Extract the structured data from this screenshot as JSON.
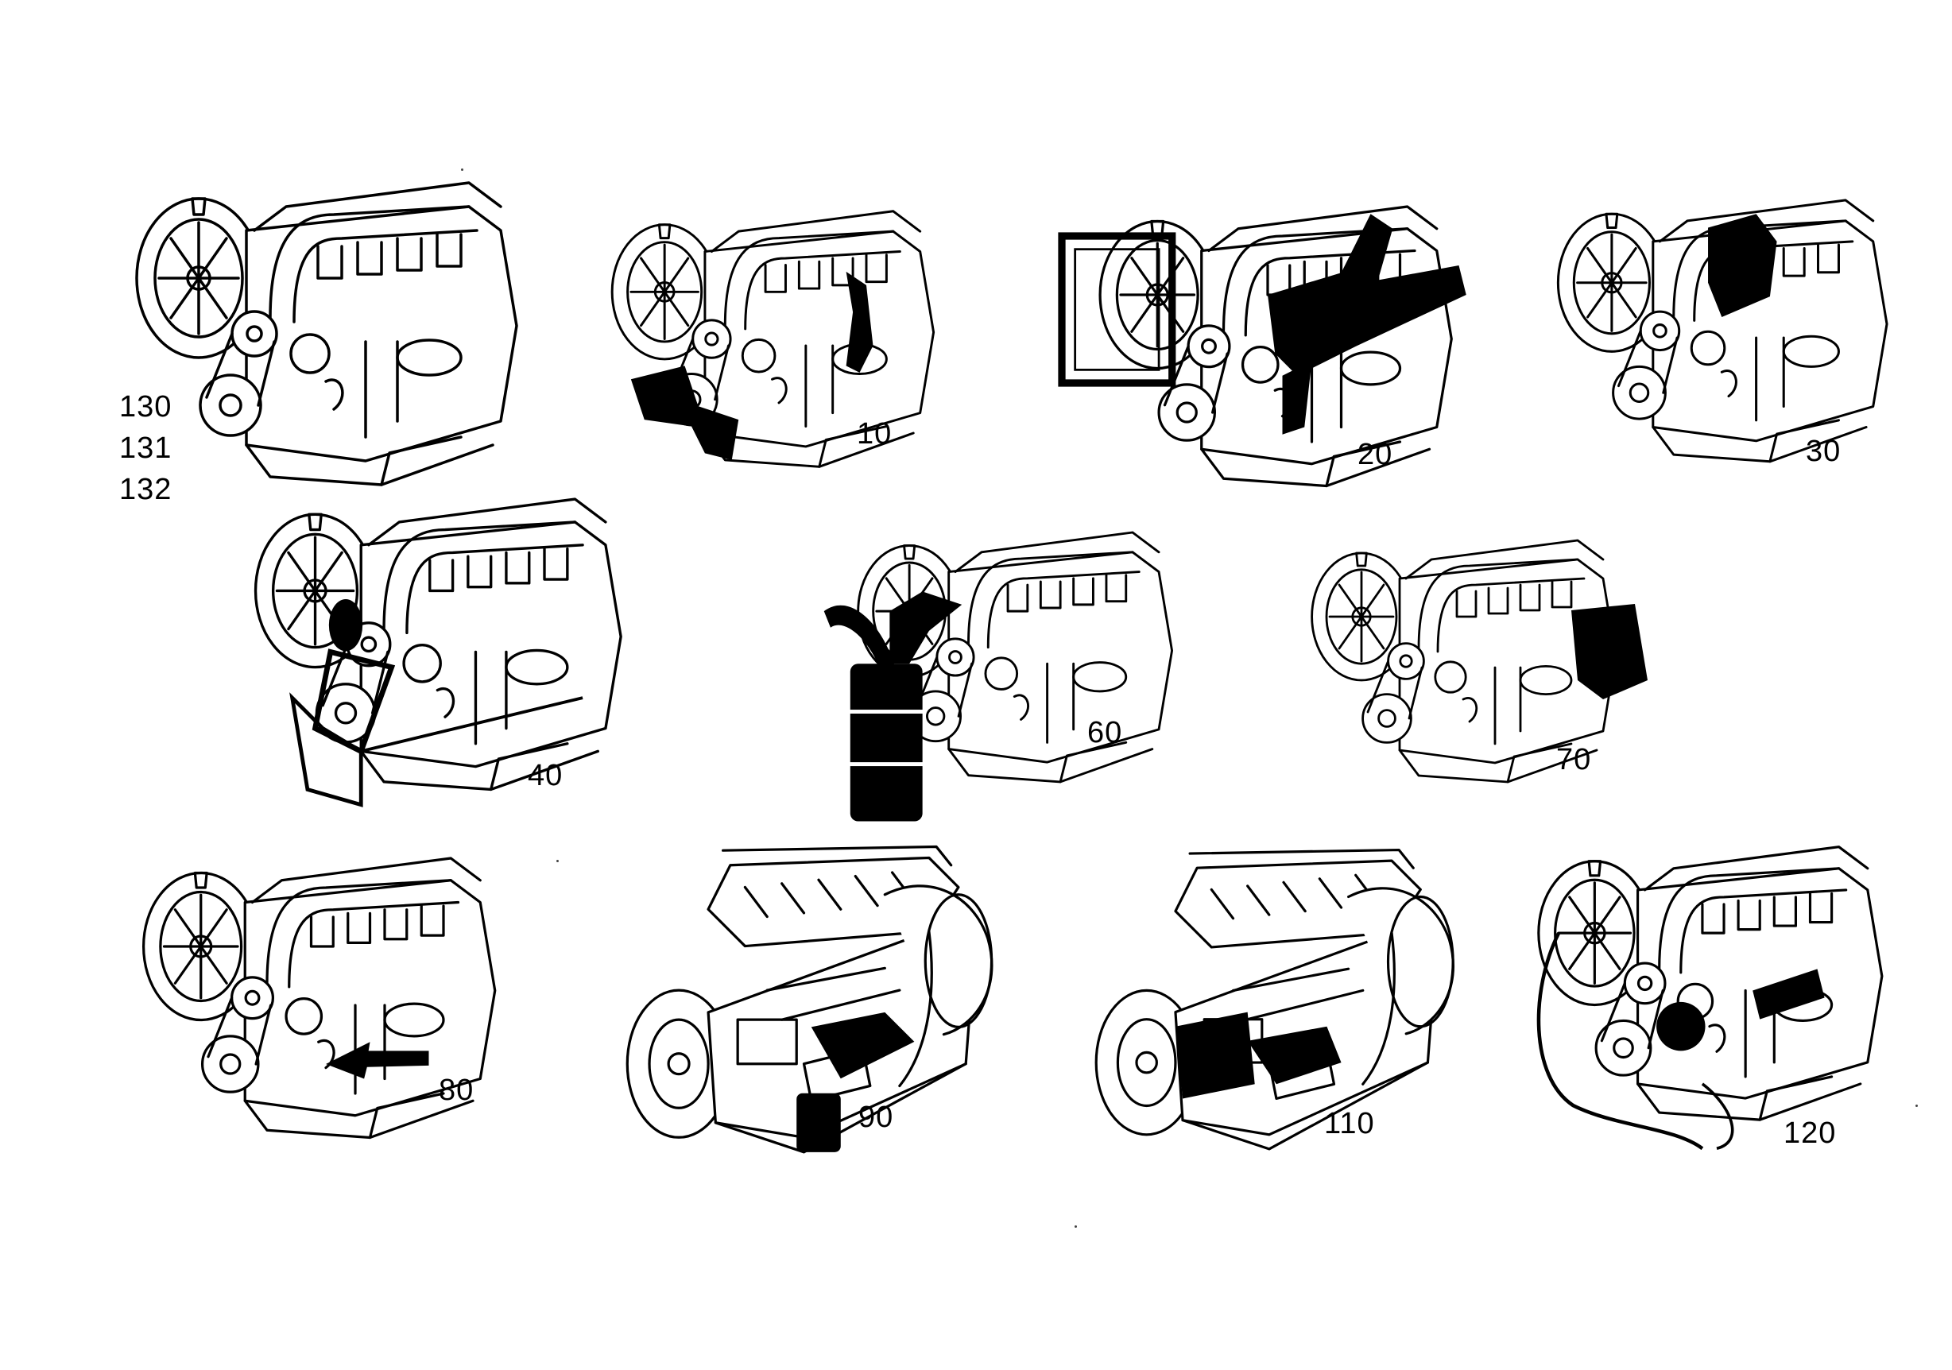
{
  "diagram": {
    "views": [
      {
        "id": "v130",
        "labels": [
          "130",
          "131",
          "132"
        ],
        "highlight": "none",
        "icon": "engine-icon"
      },
      {
        "id": "v10",
        "labels": [
          "10"
        ],
        "highlight": "engine-mounts",
        "icon": "engine-mount-icon"
      },
      {
        "id": "v20",
        "labels": [
          "20"
        ],
        "highlight": "cooling-air-duct",
        "icon": "air-duct-icon"
      },
      {
        "id": "v30",
        "labels": [
          "30"
        ],
        "highlight": "intake-manifold",
        "icon": "manifold-icon"
      },
      {
        "id": "v40",
        "labels": [
          "40"
        ],
        "highlight": "belt-drive-bracket",
        "icon": "belt-drive-icon"
      },
      {
        "id": "v60",
        "labels": [
          "60"
        ],
        "highlight": "air-cleaner",
        "icon": "air-cleaner-icon"
      },
      {
        "id": "v70",
        "labels": [
          "70"
        ],
        "highlight": "exhaust-muffler",
        "icon": "muffler-icon"
      },
      {
        "id": "v80",
        "labels": [
          "80"
        ],
        "highlight": "arrow-pointer",
        "icon": "arrow-icon"
      },
      {
        "id": "v90",
        "labels": [
          "90"
        ],
        "highlight": "fuel-filter",
        "icon": "fuel-filter-icon"
      },
      {
        "id": "v110",
        "labels": [
          "110"
        ],
        "highlight": "starter-filter",
        "icon": "starter-icon"
      },
      {
        "id": "v120",
        "labels": [
          "120"
        ],
        "highlight": "wiring-harness",
        "icon": "wiring-icon"
      }
    ],
    "colors": {
      "line": "#000000",
      "background": "#ffffff",
      "highlight": "#000000"
    }
  }
}
